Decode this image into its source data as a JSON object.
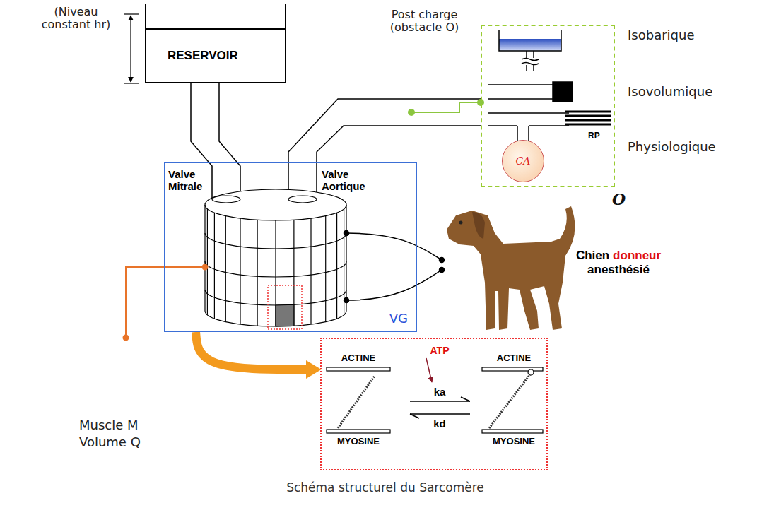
{
  "diagram": {
    "caption": "Schéma structurel du Sarcomère",
    "nodes": [
      {
        "text": [
          "RESERVOIR"
        ]
      },
      {
        "text": [
          "VG"
        ]
      },
      {
        "text": [
          "RP"
        ]
      },
      {
        "text": [
          "CA"
        ],
        "in": 2
      },
      {
        "text": [
          "Schéma structurel du Sarcomère"
        ]
      }
    ],
    "edges": [
      {
        "from": 1,
        "to": 4,
        "arrow": "to"
      }
    ],
    "labels": [
      "(Niveau constant hr)",
      "Valve Mitrale",
      "Valve Aortique",
      "Post charge (obstacle O)",
      "Isobarique",
      "Isovolumique",
      "Physiologique",
      "O",
      "Chien",
      "donneur",
      "anesthésié",
      "Muscle M",
      "Volume Q",
      "ACTINE",
      "MYOSINE",
      "ka",
      "kd",
      "ATP",
      "ACTINE",
      "MYOSINE"
    ]
  }
}
